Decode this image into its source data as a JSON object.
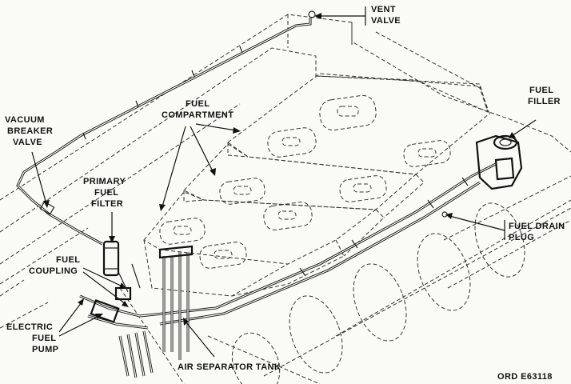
{
  "labels": {
    "vent_valve": [
      "VENT",
      "VALVE"
    ],
    "fuel_filler": [
      "FUEL",
      "FILLER"
    ],
    "vacuum_breaker_valve": [
      "VACUUM",
      "BREAKER",
      "VALVE"
    ],
    "fuel_compartment": [
      "FUEL",
      "COMPARTMENT"
    ],
    "primary_fuel_filter": [
      "PRIMARY",
      "FUEL",
      "FILTER"
    ],
    "fuel_drain_plug": [
      "FUEL DRAIN",
      "PLUG"
    ],
    "fuel_coupling": [
      "FUEL",
      "COUPLING"
    ],
    "electric_fuel_pump": [
      "ELECTRIC",
      "FUEL",
      "PUMP"
    ],
    "air_separator_tank": "AIR SEPARATOR TANK"
  },
  "reference": "ORD  E63118"
}
